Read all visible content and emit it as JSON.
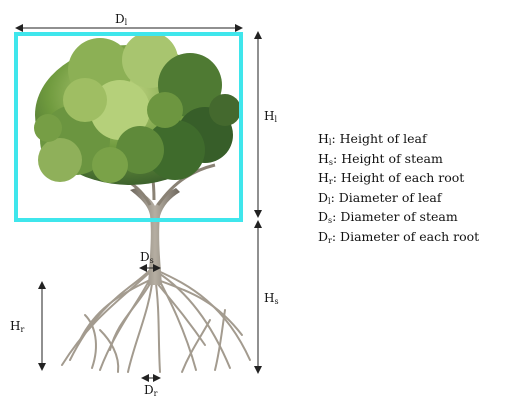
{
  "dimension_labels": {
    "leaf_diameter": {
      "base": "D",
      "sub": "l"
    },
    "leaf_height": {
      "base": "H",
      "sub": "l"
    },
    "stem_height": {
      "base": "H",
      "sub": "s"
    },
    "stem_diameter": {
      "base": "D",
      "sub": "s"
    },
    "root_height": {
      "base": "H",
      "sub": "r"
    },
    "root_diameter": {
      "base": "D",
      "sub": "r"
    }
  },
  "legend": [
    {
      "base": "H",
      "sub": "l",
      "text": ": Height of leaf"
    },
    {
      "base": "H",
      "sub": "s",
      "text": ": Height of steam"
    },
    {
      "base": "H",
      "sub": "r",
      "text": ": Height of each root"
    },
    {
      "base": "D",
      "sub": "l",
      "text": ": Diameter of leaf"
    },
    {
      "base": "D",
      "sub": "s",
      "text": ": Diameter of steam"
    },
    {
      "base": "D",
      "sub": "r",
      "text": ": Diameter of each root"
    }
  ],
  "colors": {
    "canopy_box": "#3fe6ec",
    "foliage_dark": "#3f6b2c",
    "foliage_mid": "#6f9a3e",
    "foliage_light": "#b8d27a",
    "bark": "#8a8275",
    "roots": "#a59d91",
    "dimension_line": "#222222"
  },
  "icons": [
    "tree-illustration"
  ]
}
